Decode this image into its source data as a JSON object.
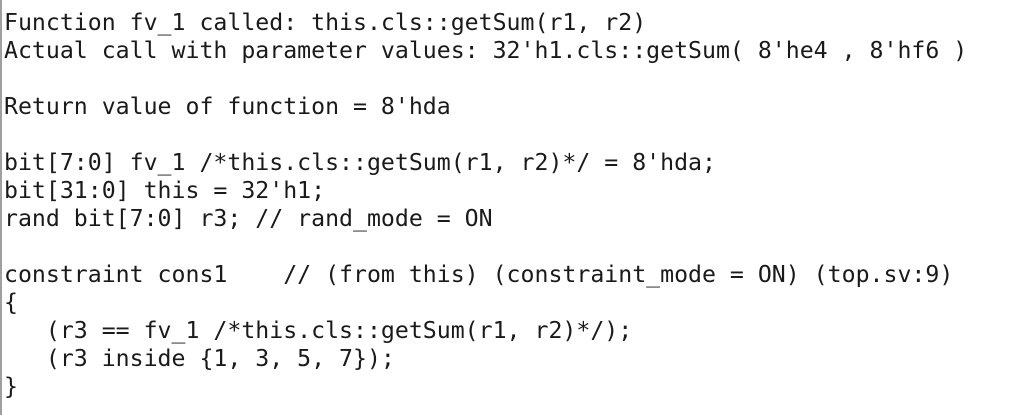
{
  "lines": [
    "Function fv_1 called: this.cls::getSum(r1, r2)",
    "Actual call with parameter values: 32'h1.cls::getSum( 8'he4 , 8'hf6 )",
    "",
    "Return value of function = 8'hda",
    "",
    "bit[7:0] fv_1 /*this.cls::getSum(r1, r2)*/ = 8'hda;",
    "bit[31:0] this = 32'h1;",
    "rand bit[7:0] r3; // rand_mode = ON",
    "",
    "constraint cons1    // (from this) (constraint_mode = ON) (top.sv:9)",
    "{",
    "   (r3 == fv_1 /*this.cls::getSum(r1, r2)*/);",
    "   (r3 inside {1, 3, 5, 7});",
    "}"
  ]
}
